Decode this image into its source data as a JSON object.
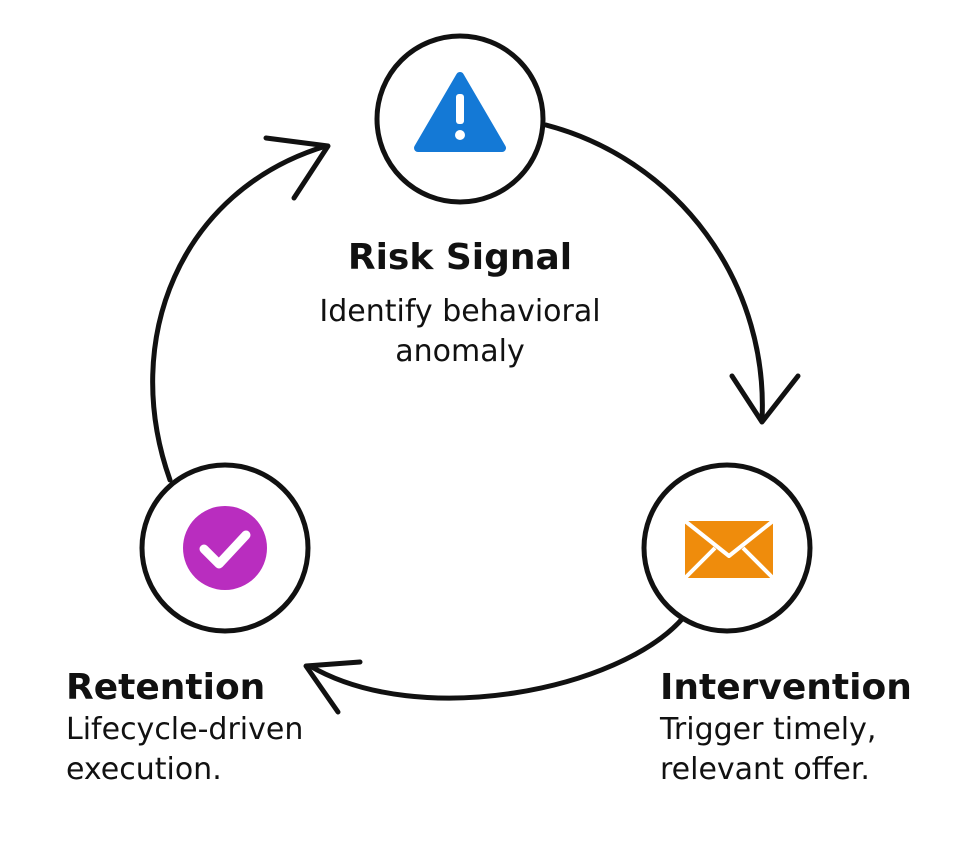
{
  "steps": {
    "risk": {
      "title": "Risk Signal",
      "desc_lines": [
        "Identify behavioral",
        "anomaly"
      ],
      "icon": "warning-triangle-icon",
      "color": "#1479d6"
    },
    "intervention": {
      "title": "Intervention",
      "desc_lines": [
        "Trigger timely,",
        "relevant offer."
      ],
      "icon": "envelope-icon",
      "color": "#ef8c0c"
    },
    "retention": {
      "title": "Retention",
      "desc_lines": [
        "Lifecycle-driven",
        "execution."
      ],
      "icon": "checkmark-icon",
      "color": "#b92dbf"
    }
  }
}
